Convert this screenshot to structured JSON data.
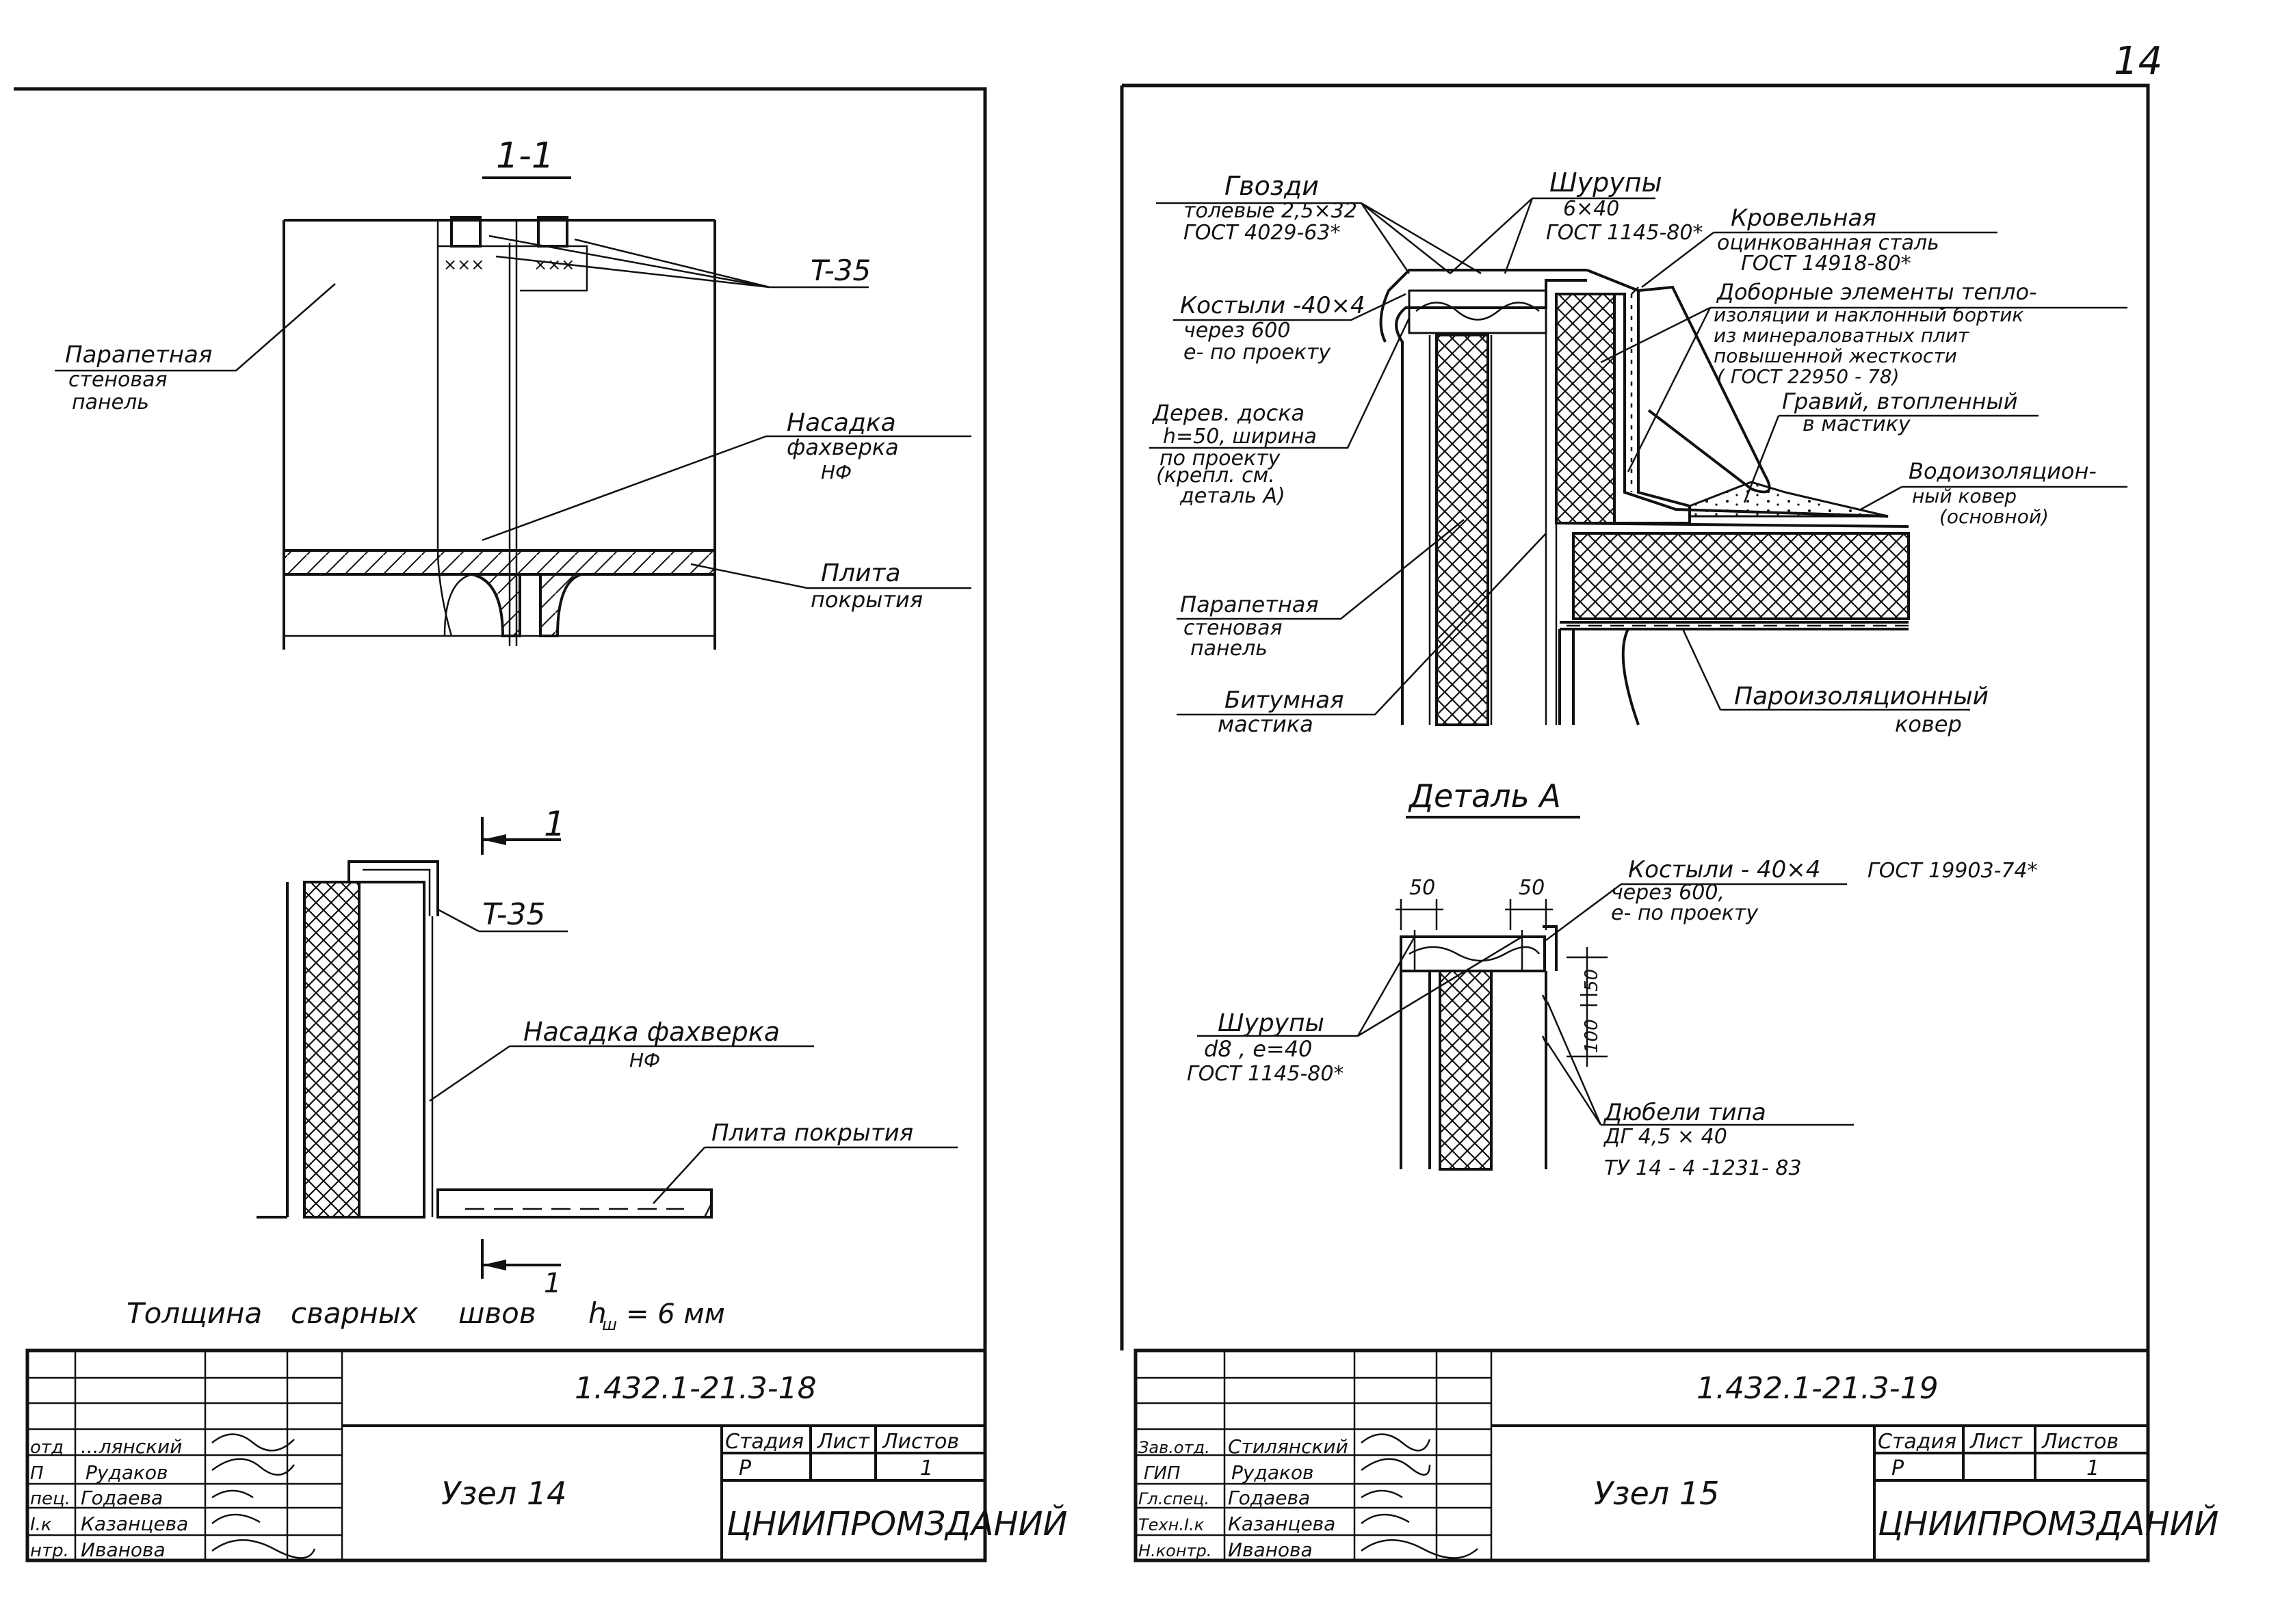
{
  "page_number": "14",
  "left_sheet": {
    "section_mark": "1-1",
    "labels": {
      "t35_top": "T-35",
      "parapet_panel": [
        "Парапетная",
        "стеновая",
        "панель"
      ],
      "nasadka_top": [
        "Насадка",
        "фахверка",
        "НФ"
      ],
      "plita_top": [
        "Плита",
        "покрытия"
      ],
      "cut_mark": "1",
      "t35_bottom": "T-35",
      "nasadka_bottom": [
        "Насадка фахверка",
        "НФ"
      ],
      "plita_bottom": "Плита покрытия",
      "weld_note": [
        "Толщина",
        "сварных",
        "швов",
        "h",
        "ш",
        "= 6 мм"
      ]
    },
    "title_block": {
      "doc_code": "1.432.1-21.3-18",
      "name": "Узел 14",
      "org": "ЦНИИПРОМЗДАНИЙ",
      "col_headers": [
        "Стадия",
        "Лист",
        "Листов"
      ],
      "stage": "Р",
      "sheets": "1",
      "roles": [
        "отд",
        "П",
        "пец.",
        "I.к",
        "нтр."
      ],
      "people": [
        "...лянский",
        "Рудаков",
        "Годаева",
        "Казанцева",
        "Иванова"
      ]
    }
  },
  "right_sheet": {
    "labels": {
      "gvozdi": [
        "Гвозди",
        "толевые 2,5×32",
        "ГОСТ 4029-63*"
      ],
      "shurupy_top": [
        "Шурупы",
        "6×40",
        "ГОСТ 1145-80*"
      ],
      "krovelnaya": [
        "Кровельная",
        "оцинкованная сталь",
        "ГОСТ 14918-80*"
      ],
      "kostyli_top": [
        "Костыли -40×4",
        "через 600",
        "е- по проекту"
      ],
      "dobornye": [
        "Доборные элементы тепло-",
        "изоляции и наклонный бортик",
        "из минераловатных плит",
        "повышенной жесткости",
        "( ГОСТ 22950 - 78)"
      ],
      "gravii": [
        "Гравий, втопленный",
        "в мастику"
      ],
      "derev": [
        "Дерев. доска",
        "h=50, ширина",
        "по проекту",
        "(крепл. см.",
        "деталь А)"
      ],
      "vodoizol": [
        "Водоизоляцион-",
        "ный ковер",
        "(основной)"
      ],
      "parapet_panel": [
        "Парапетная",
        "стеновая",
        "панель"
      ],
      "bitumnaya": [
        "Битумная",
        "мастика"
      ],
      "paroizol": [
        "Пароизоляционный",
        "ковер"
      ],
      "detail_title": "Деталь А",
      "dim_50a": "50",
      "dim_50b": "50",
      "dim_50c": "50",
      "dim_100": "100",
      "kostyli_detail": [
        "Костыли - 40×4",
        "ГОСТ 19903-74*",
        "через 600,",
        "е- по проекту"
      ],
      "shurupy_detail": [
        "Шурупы",
        "d8 , е=40",
        "ГОСТ 1145-80*"
      ],
      "dyubeli": [
        "Дюбели типа",
        "ДГ 4,5 × 40",
        "ТУ 14 - 4 -1231- 83"
      ]
    },
    "title_block": {
      "doc_code": "1.432.1-21.3-19",
      "name": "Узел 15",
      "org": "ЦНИИПРОМЗДАНИЙ",
      "col_headers": [
        "Стадия",
        "Лист",
        "Листов"
      ],
      "stage": "Р",
      "sheets": "1",
      "roles": [
        "Зав.отд.",
        "ГИП",
        "Гл.спец.",
        "Техн.I.к",
        "Н.контр."
      ],
      "people": [
        "Стилянский",
        "Рудаков",
        "Годаева",
        "Казанцева",
        "Иванова"
      ]
    }
  }
}
